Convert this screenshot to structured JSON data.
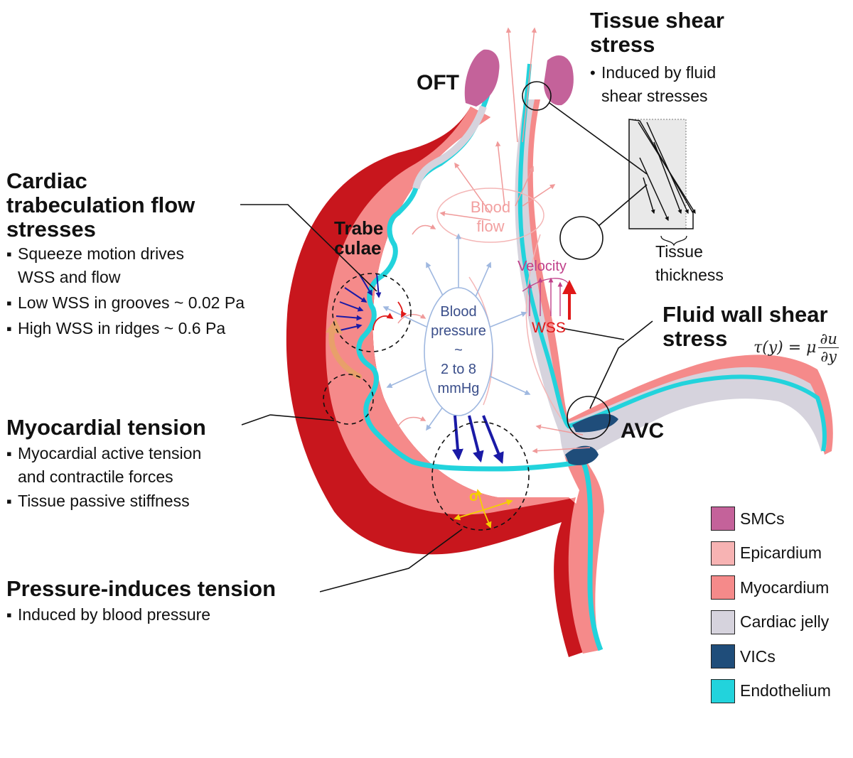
{
  "labels": {
    "oft": "OFT",
    "avc": "AVC",
    "trabeculae": [
      "Trabe",
      "culae"
    ],
    "blood_flow": [
      "Blood",
      "flow"
    ],
    "blood_pressure": [
      "Blood",
      "pressure",
      "~",
      "2 to 8",
      "mmHg"
    ],
    "velocity": "Velocity",
    "wss": "WSS",
    "sigma": "σ"
  },
  "tissue_shear": {
    "title": [
      "Tissue shear",
      "stress"
    ],
    "bullets": [
      [
        "Induced by fluid",
        "shear stresses"
      ]
    ],
    "thickness_label": [
      "Tissue",
      "thickness"
    ]
  },
  "trabeculation": {
    "title": [
      "Cardiac",
      "trabeculation flow",
      "stresses"
    ],
    "bullets": [
      [
        "Squeeze motion drives",
        "WSS and flow"
      ],
      [
        "Low WSS in grooves ~ 0.02 Pa"
      ],
      [
        "High WSS in ridges ~ 0.6 Pa"
      ]
    ]
  },
  "fluid_wss": {
    "title": [
      "Fluid wall shear",
      "stress"
    ],
    "formula": {
      "lhs": "τ(y) = μ",
      "num": "∂u",
      "den": "∂y"
    }
  },
  "myocardial": {
    "title": "Myocardial tension",
    "bullets": [
      [
        "Myocardial active tension",
        "and contractile forces"
      ],
      [
        "Tissue passive stiffness"
      ]
    ]
  },
  "pressure_tension": {
    "title": "Pressure-induces tension",
    "bullets": [
      [
        "Induced by blood pressure"
      ]
    ]
  },
  "legend": [
    {
      "label": "SMCs",
      "color": "#c4629a"
    },
    {
      "label": "Epicardium",
      "color": "#f7b3b3"
    },
    {
      "label": "Myocardium",
      "color": "#f58a8a"
    },
    {
      "label": "Cardiac jelly",
      "color": "#d6d3dd"
    },
    {
      "label": "VICs",
      "color": "#1f4d7a"
    },
    {
      "label": "Endothelium",
      "color": "#22d3dc"
    }
  ],
  "colors": {
    "dark_myocardium": "#c8161d",
    "myocardium": "#f58a8a",
    "cardiac_jelly": "#d6d3dd",
    "endothelium": "#22d3dc",
    "smc": "#c4629a",
    "vic": "#1f4d7a",
    "pressure_arrow": "#1a1aa6",
    "wss_arrow": "#e01818"
  }
}
